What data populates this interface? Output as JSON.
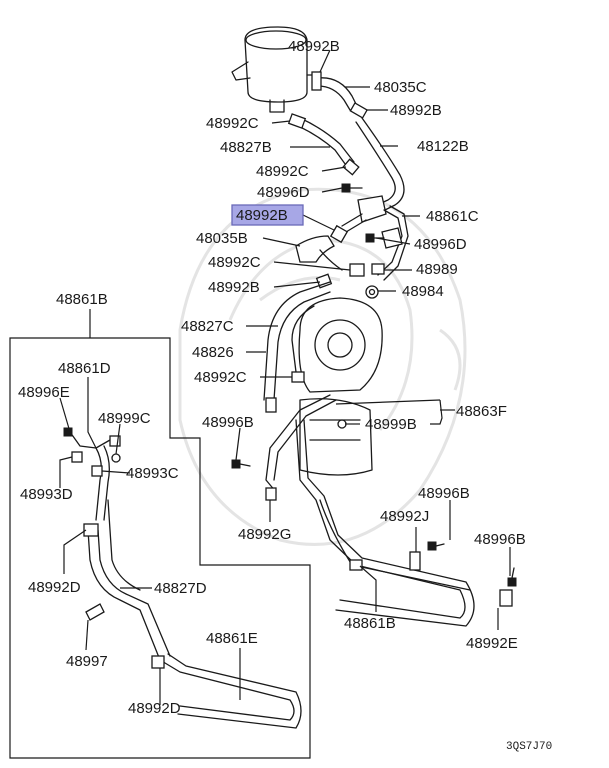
{
  "labels": {
    "p48992B_top": "48992B",
    "p48035C": "48035C",
    "p48992B_2": "48992B",
    "p48992C_1": "48992C",
    "p48827B": "48827B",
    "p48122B": "48122B",
    "p48992C_2": "48992C",
    "p48996D_1": "48996D",
    "p48992B_highlight": "48992B",
    "p48861C": "48861C",
    "p48035B": "48035B",
    "p48996D_2": "48996D",
    "p48992C_3": "48992C",
    "p48989": "48989",
    "p48992B_3": "48992B",
    "p48984": "48984",
    "p48861B_top": "48861B",
    "p48827C": "48827C",
    "p48826": "48826",
    "p48992C_4": "48992C",
    "p48861D": "48861D",
    "p48996E": "48996E",
    "p48999C": "48999C",
    "p48993C": "48993C",
    "p48993D": "48993D",
    "p48996B_1": "48996B",
    "p48999B": "48999B",
    "p48863F": "48863F",
    "p48992G": "48992G",
    "p48996B_2": "48996B",
    "p48992J": "48992J",
    "p48996B_3": "48996B",
    "p48992D_1": "48992D",
    "p48827D": "48827D",
    "p48997": "48997",
    "p48861E": "48861E",
    "p48861B_bottom": "48861B",
    "p48992E": "48992E",
    "p48992D_2": "48992D"
  },
  "drawing_code": "3QS7J70",
  "colors": {
    "highlight_fill": "#a7a7e6",
    "highlight_border": "#6a6ab8",
    "ink": "#1a1a1a",
    "watermark": "#e4e4e4"
  }
}
